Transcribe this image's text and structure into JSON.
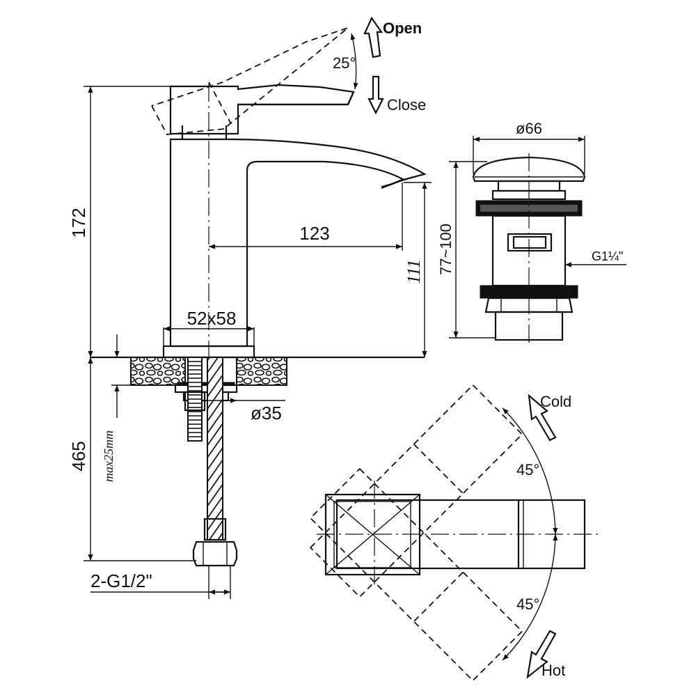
{
  "diagram": {
    "labels": {
      "open": "Open",
      "close": "Close",
      "cold": "Cold",
      "hot": "Hot"
    },
    "angles": {
      "lever_tilt": "25°",
      "cold_rotation": "45°",
      "hot_rotation": "45°"
    },
    "dimensions": {
      "total_height": "172",
      "spout_reach": "123",
      "spout_height": "111",
      "base_size": "52x58",
      "hose_length": "465",
      "max_counter_thickness": "max25mm",
      "mounting_hole": "ø35",
      "inlet_thread": "2-G1/2\"",
      "waste_diameter": "ø66",
      "waste_height": "77~100",
      "waste_thread": "G1¼\""
    }
  }
}
